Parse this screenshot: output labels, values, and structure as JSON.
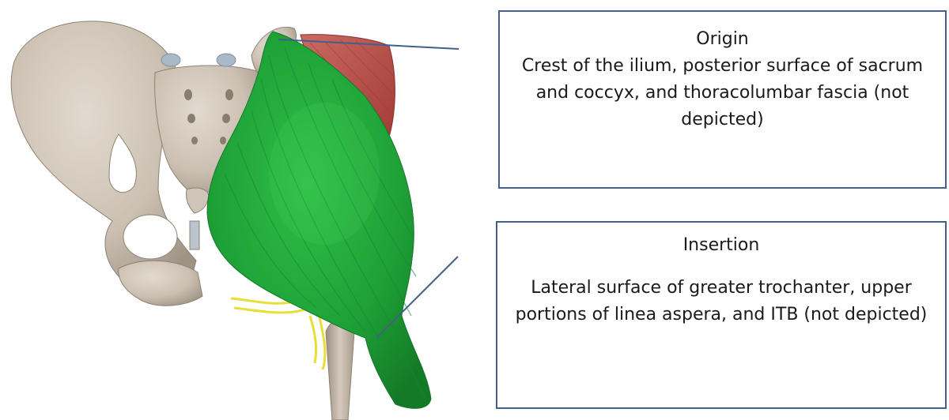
{
  "origin": {
    "heading": "Origin",
    "text": "Crest of the ilium, posterior surface of sacrum and coccyx, and thoracolumbar fascia (not depicted)"
  },
  "insertion": {
    "heading": "Insertion",
    "text": "Lateral surface of greater trochanter, upper portions of linea aspera, and ITB (not depicted)"
  },
  "colors": {
    "muscle": "#1fa336",
    "bone": "#cfc5b8",
    "deep_muscle": "#c0504d",
    "nerve": "#e7df36",
    "callout_border": "#41608c"
  }
}
